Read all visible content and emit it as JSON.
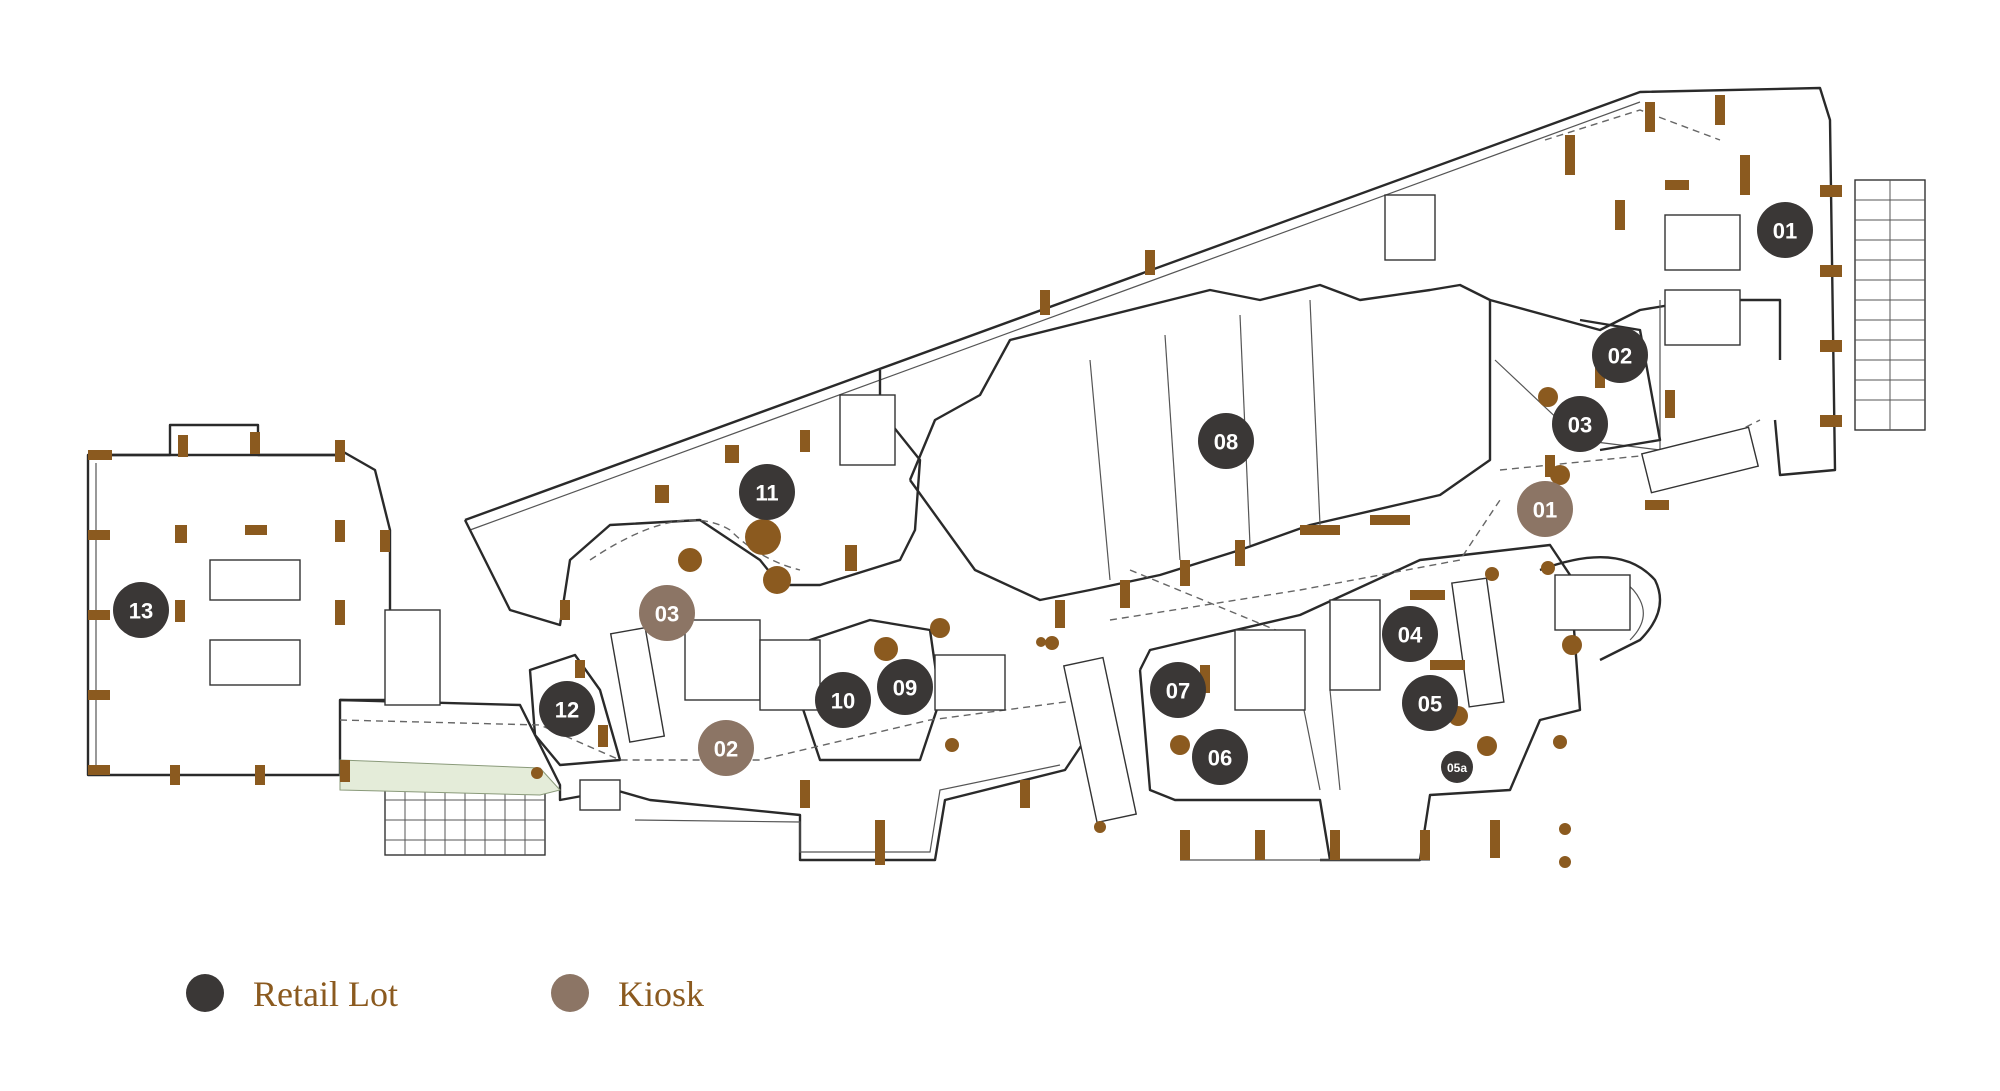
{
  "colors": {
    "retail": "#3a3736",
    "kiosk": "#8c7565",
    "accent": "#8b5a1f",
    "wall": "#2a2a2a"
  },
  "legend": {
    "retail_label": "Retail Lot",
    "kiosk_label": "Kiosk"
  },
  "units": [
    {
      "label": "01",
      "kind": "retail"
    },
    {
      "label": "02",
      "kind": "retail"
    },
    {
      "label": "03",
      "kind": "retail"
    },
    {
      "label": "04",
      "kind": "retail"
    },
    {
      "label": "05",
      "kind": "retail"
    },
    {
      "label": "05a",
      "kind": "retail",
      "size": "small"
    },
    {
      "label": "06",
      "kind": "retail"
    },
    {
      "label": "07",
      "kind": "retail"
    },
    {
      "label": "08",
      "kind": "retail"
    },
    {
      "label": "09",
      "kind": "retail"
    },
    {
      "label": "10",
      "kind": "retail"
    },
    {
      "label": "11",
      "kind": "retail"
    },
    {
      "label": "12",
      "kind": "retail"
    },
    {
      "label": "13",
      "kind": "retail"
    },
    {
      "label": "01",
      "kind": "kiosk"
    },
    {
      "label": "02",
      "kind": "kiosk"
    },
    {
      "label": "03",
      "kind": "kiosk"
    }
  ]
}
